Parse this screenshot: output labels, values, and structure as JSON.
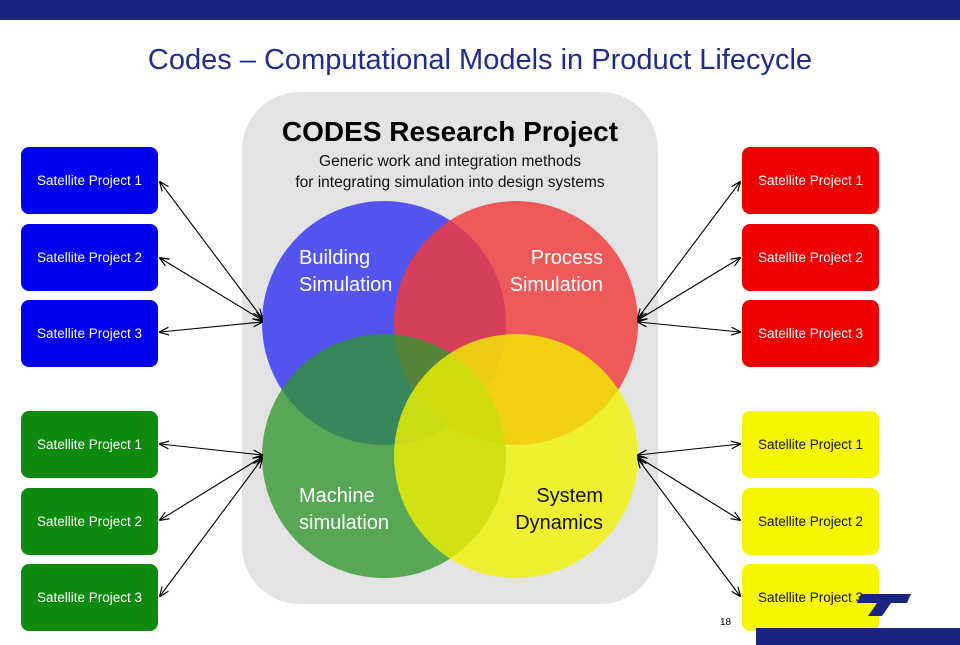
{
  "title": "Codes – Computational Models in Product Lifecycle",
  "center": {
    "title": "CODES Research Project",
    "subtitle_line1": "Generic work and integration methods",
    "subtitle_line2": "for integrating simulation into design systems"
  },
  "circles": {
    "building": {
      "line1": "Building",
      "line2": "Simulation",
      "color": "#3b3bf2"
    },
    "process": {
      "line1": "Process",
      "line2": "Simulation",
      "color": "#f23a3a"
    },
    "machine": {
      "line1": "Machine",
      "line2": "simulation",
      "color": "#2f962f"
    },
    "system": {
      "line1": "System",
      "line2": "Dynamics",
      "color": "#f2f200"
    }
  },
  "satellites": {
    "blue": [
      "Satellite Project 1",
      "Satellite Project 2",
      "Satellite Project 3"
    ],
    "red": [
      "Satellite Project 1",
      "Satellite Project 2",
      "Satellite Project 3"
    ],
    "green": [
      "Satellite Project 1",
      "Satellite Project 2",
      "Satellite Project 3"
    ],
    "yellow": [
      "Satellite Project 1",
      "Satellite Project 2",
      "Satellite Project 3"
    ]
  },
  "colors": {
    "blue": "#0000ee",
    "red": "#ee0000",
    "green": "#0e8a0e",
    "yellow": "#f6f600",
    "brand": "#1a237e"
  },
  "page_number": "18"
}
